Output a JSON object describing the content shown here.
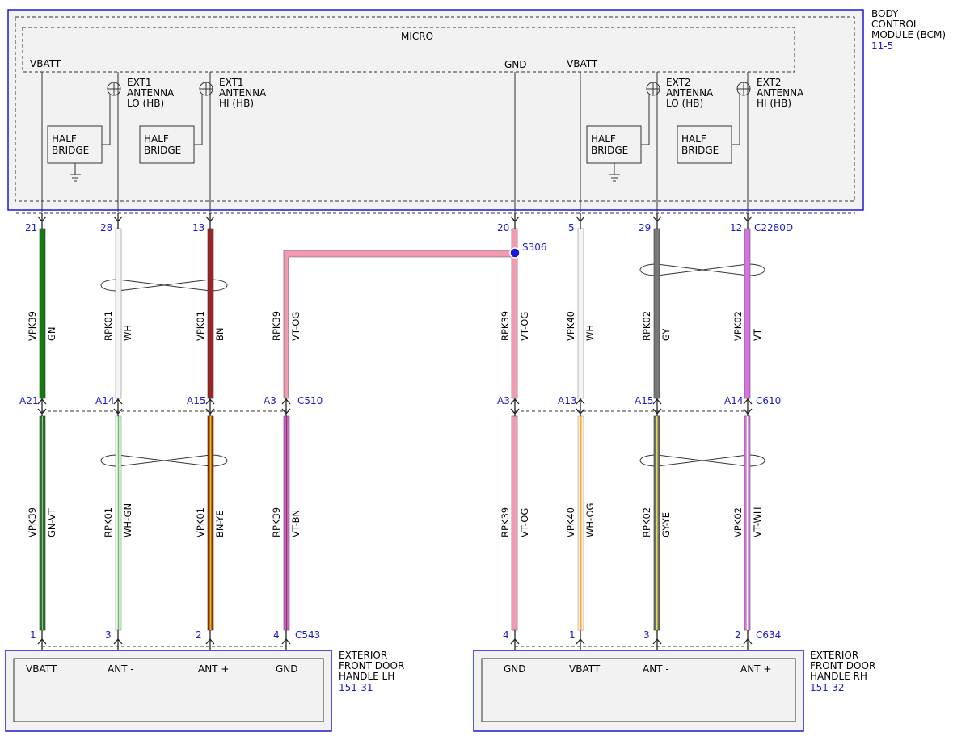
{
  "bcm": {
    "name_lines": [
      "BODY",
      "CONTROL",
      "MODULE (BCM)"
    ],
    "ref": "11-5",
    "micro": "MICRO",
    "vbatt": "VBATT",
    "gnd": "GND",
    "vbatt2": "VBATT",
    "half_bridge": [
      "HALF",
      "BRIDGE"
    ],
    "ext1_lo": [
      "EXT1",
      "ANTENNA",
      "LO (HB)"
    ],
    "ext1_hi": [
      "EXT1",
      "ANTENNA",
      "HI (HB)"
    ],
    "ext2_lo": [
      "EXT2",
      "ANTENNA",
      "LO (HB)"
    ],
    "ext2_hi": [
      "EXT2",
      "ANTENNA",
      "HI (HB)"
    ],
    "connector": "C2280D",
    "pins": [
      "21",
      "28",
      "13",
      "20",
      "5",
      "29",
      "12"
    ]
  },
  "splice": "S306",
  "inline_connectors": {
    "left": {
      "name": "C510",
      "pins": [
        "A21",
        "A14",
        "A15",
        "A3"
      ]
    },
    "right": {
      "name": "C610",
      "pins": [
        "A3",
        "A13",
        "A15",
        "A14"
      ]
    }
  },
  "upper_wires": [
    {
      "circuit": "VPK39",
      "color": "GN"
    },
    {
      "circuit": "RPK01",
      "color": "WH"
    },
    {
      "circuit": "VPK01",
      "color": "BN"
    },
    {
      "circuit": "RPK39",
      "color": "VT-OG"
    },
    {
      "circuit": "RPK39",
      "color": "VT-OG"
    },
    {
      "circuit": "VPK40",
      "color": "WH"
    },
    {
      "circuit": "RPK02",
      "color": "GY"
    },
    {
      "circuit": "VPK02",
      "color": "VT"
    }
  ],
  "lower_wires": [
    {
      "circuit": "VPK39",
      "color": "GN-VT"
    },
    {
      "circuit": "RPK01",
      "color": "WH-GN"
    },
    {
      "circuit": "VPK01",
      "color": "BN-YE"
    },
    {
      "circuit": "RPK39",
      "color": "VT-BN"
    },
    {
      "circuit": "RPK39",
      "color": "VT-OG"
    },
    {
      "circuit": "VPK40",
      "color": "WH-OG"
    },
    {
      "circuit": "RPK02",
      "color": "GY-YE"
    },
    {
      "circuit": "VPK02",
      "color": "VT-WH"
    }
  ],
  "handle_lh": {
    "name_lines": [
      "EXTERIOR",
      "FRONT DOOR",
      "HANDLE LH"
    ],
    "ref": "151-31",
    "connector": "C543",
    "pins": [
      "1",
      "3",
      "2",
      "4"
    ],
    "terminals": [
      "VBATT",
      "ANT -",
      "ANT +",
      "GND"
    ]
  },
  "handle_rh": {
    "name_lines": [
      "EXTERIOR",
      "FRONT DOOR",
      "HANDLE RH"
    ],
    "ref": "151-32",
    "connector": "C634",
    "pins": [
      "4",
      "1",
      "3",
      "2"
    ],
    "terminals": [
      "GND",
      "VBATT",
      "ANT -",
      "ANT +"
    ]
  },
  "colors": {
    "module_border": "#1a1ad6",
    "label_blue": "#1a1ad6",
    "module_fill": "#f2f2f2",
    "GN": "#117a11",
    "WH": "#f4f4f4",
    "BN": "#9b2424",
    "VT-OG": "#f29ab0",
    "GY": "#787878",
    "VT": "#d872dc",
    "GN-VT": "#2c6e2c",
    "WH-GN": "#9fd29f",
    "BN-YE": "#b45d10",
    "VT-BN": "#d45ad2",
    "WH-OG": "#f2c46a",
    "GY-YE": "#8d8d3a",
    "VT-WH": "#e6a6e8"
  }
}
